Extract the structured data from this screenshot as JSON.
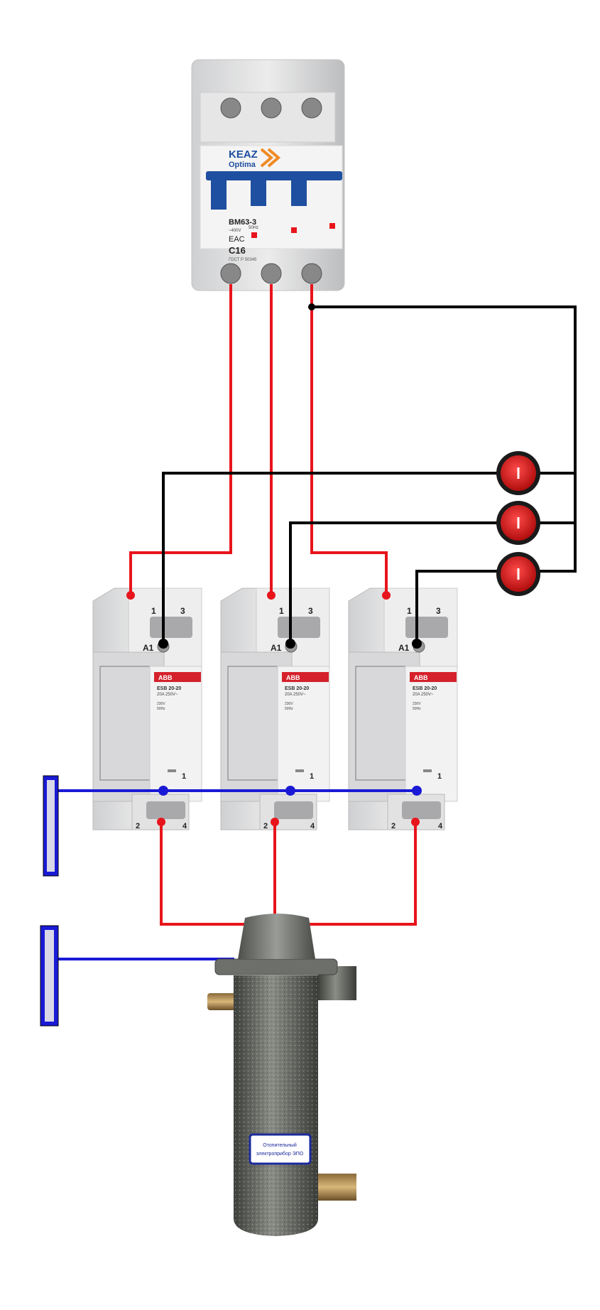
{
  "colors": {
    "phase": "#e8141b",
    "control": "#000000",
    "neutral": "#1a1ad6",
    "breaker_toggle": "#1f4fa0",
    "switch": "#d81a1a",
    "heater": "#5f625c"
  },
  "breaker": {
    "brand": "KEAZ",
    "series": "Optima",
    "model": "ВМ63-3",
    "voltage": "~400V",
    "frequency": "50Hz",
    "rating": "C16",
    "cert": "EAC",
    "standard": "ГОСТ Р 50345"
  },
  "contactor": {
    "brand": "ABB",
    "model": "ESB 20-20",
    "specs": "20A 250V~",
    "coil_voltage": "230V",
    "coil_freq": "50Hz",
    "terminal_1": "1",
    "terminal_3": "3",
    "terminal_a1": "A1",
    "terminal_2": "2",
    "terminal_4": "4"
  },
  "heater": {
    "label_line1": "Отопительный",
    "label_line2": "электроприбор ЭПО"
  },
  "switches": [
    {
      "state": "on"
    },
    {
      "state": "on"
    },
    {
      "state": "on"
    }
  ]
}
